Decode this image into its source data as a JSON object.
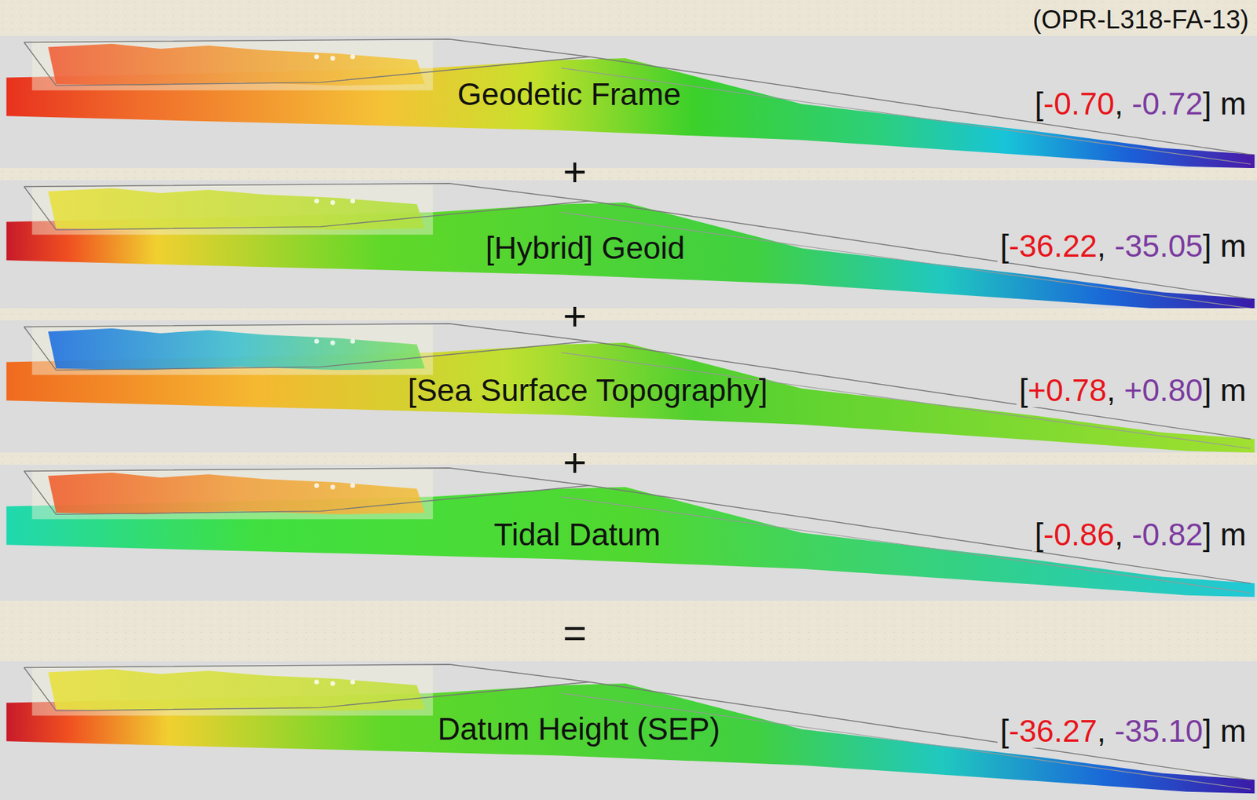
{
  "diagram": {
    "title": "(OPR-L318-FA-13)",
    "nodes": [
      {
        "text": [
          "Geodetic Frame",
          "[-0.70, -0.72] m"
        ]
      },
      {
        "text": [
          "[Hybrid] Geoid",
          "[-36.22, -35.05] m"
        ]
      },
      {
        "text": [
          "[Sea Surface Topography]",
          "[+0.78, +0.80] m"
        ]
      },
      {
        "text": [
          "Tidal Datum",
          "[-0.86, -0.82] m"
        ]
      },
      {
        "text": [
          "Datum Height (SEP)",
          "[-36.27, -35.10] m"
        ]
      }
    ],
    "labels": [
      "+",
      "+",
      "+",
      "="
    ]
  }
}
